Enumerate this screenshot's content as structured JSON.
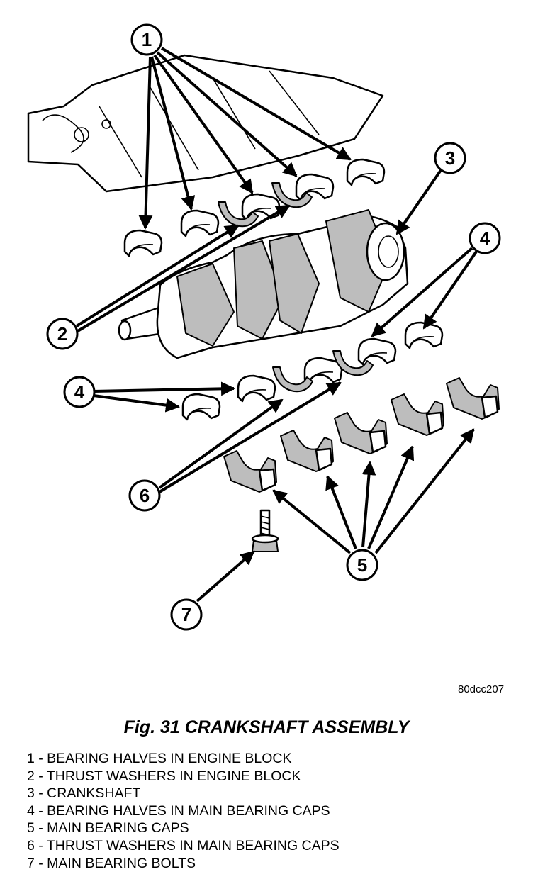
{
  "figure": {
    "reference_code": "80dcc207",
    "title": "Fig. 31 CRANKSHAFT ASSEMBLY"
  },
  "callouts": [
    "1",
    "2",
    "3",
    "4",
    "4",
    "5",
    "6",
    "7"
  ],
  "legend": [
    {
      "number": "1",
      "text": "1 - BEARING HALVES IN ENGINE BLOCK"
    },
    {
      "number": "2",
      "text": "2 - THRUST WASHERS IN ENGINE BLOCK"
    },
    {
      "number": "3",
      "text": "3 - CRANKSHAFT"
    },
    {
      "number": "4",
      "text": "4 - BEARING HALVES IN MAIN BEARING CAPS"
    },
    {
      "number": "5",
      "text": "5 - MAIN BEARING CAPS"
    },
    {
      "number": "6",
      "text": "6 - THRUST WASHERS IN MAIN BEARING CAPS"
    },
    {
      "number": "7",
      "text": "7 - MAIN BEARING BOLTS"
    }
  ]
}
